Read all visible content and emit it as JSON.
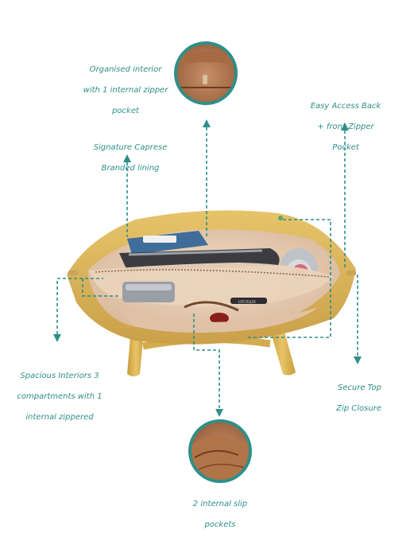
{
  "accent_color": "#2e8f88",
  "callouts": {
    "organised_interior": [
      "Organised interior",
      "with 1 internal zipper",
      "pocket"
    ],
    "signature_lining": [
      "Signature Caprese",
      "Branded lining"
    ],
    "easy_access_pocket": [
      "Easy Access Back",
      "+ front Zipper",
      "Pocket"
    ],
    "spacious_interiors": [
      "Spacious Interiors 3",
      "compartments with 1",
      "internal zippered"
    ],
    "secure_closure": [
      "Secure Top",
      "Zip Closure"
    ],
    "slip_pockets": [
      "2 internal slip",
      "pockets"
    ]
  },
  "product_marks": {
    "bottle_label": "LYCOLUX"
  },
  "icons": [
    "zoom-circle-zipper-pocket",
    "zoom-circle-slip-pockets",
    "tote-bag-open-illustration"
  ]
}
